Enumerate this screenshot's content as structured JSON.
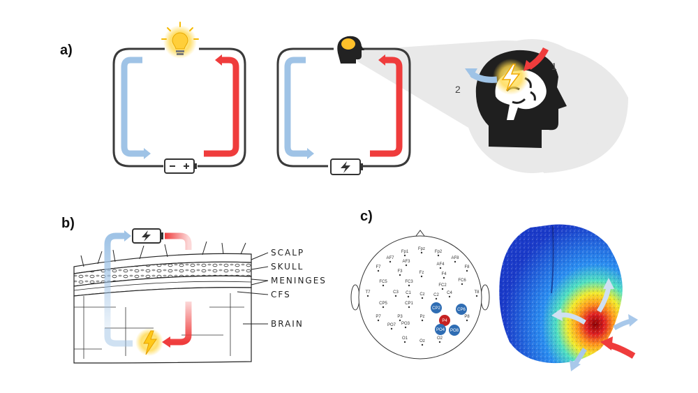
{
  "panels": {
    "a": {
      "label": "a)",
      "step_1": "1",
      "step_2": "2"
    },
    "b": {
      "label": "b)",
      "layers": [
        "SCALP",
        "SKULL",
        "MENINGES",
        "CFS",
        "BRAIN"
      ]
    },
    "c": {
      "label": "c)"
    }
  },
  "colors": {
    "blue": "#9fc3e6",
    "red": "#ef3c3c",
    "bulb": "#ffcf3a",
    "dark": "#222222"
  },
  "icons": [
    "light-bulb-icon",
    "battery-icon",
    "rechargeable-battery-icon",
    "brain-head-icon",
    "lightning-icon"
  ],
  "electrodes": [
    {
      "name": "Fp1"
    },
    {
      "name": "Fpz"
    },
    {
      "name": "Fp2"
    },
    {
      "name": "AF7"
    },
    {
      "name": "AF3"
    },
    {
      "name": "AF4"
    },
    {
      "name": "AF8"
    },
    {
      "name": "F7"
    },
    {
      "name": "F3"
    },
    {
      "name": "Fz"
    },
    {
      "name": "F4"
    },
    {
      "name": "F8"
    },
    {
      "name": "FC5"
    },
    {
      "name": "FC3"
    },
    {
      "name": "FC2"
    },
    {
      "name": "FC6"
    },
    {
      "name": "T7"
    },
    {
      "name": "C3"
    },
    {
      "name": "C1"
    },
    {
      "name": "Cz"
    },
    {
      "name": "C2"
    },
    {
      "name": "C4"
    },
    {
      "name": "T8"
    },
    {
      "name": "CP5"
    },
    {
      "name": "CP1"
    },
    {
      "name": "CP2",
      "state": "highlight"
    },
    {
      "name": "CP6",
      "state": "highlight"
    },
    {
      "name": "P7"
    },
    {
      "name": "P3"
    },
    {
      "name": "Pz"
    },
    {
      "name": "P4",
      "state": "active"
    },
    {
      "name": "P8"
    },
    {
      "name": "PO7"
    },
    {
      "name": "PO3"
    },
    {
      "name": "PO4",
      "state": "highlight"
    },
    {
      "name": "PO8",
      "state": "highlight"
    },
    {
      "name": "O1"
    },
    {
      "name": "Oz"
    },
    {
      "name": "O2"
    }
  ]
}
